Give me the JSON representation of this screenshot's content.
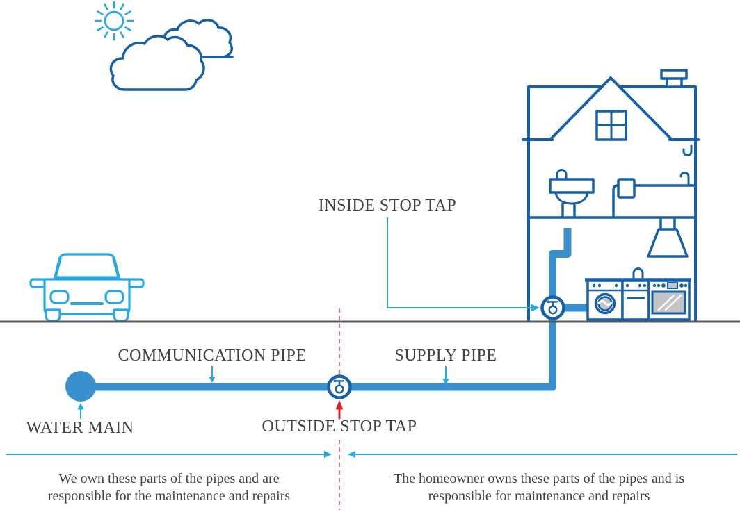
{
  "diagram": {
    "labels": {
      "inside_stop_tap": "INSIDE STOP TAP",
      "communication_pipe": "COMMUNICATION PIPE",
      "supply_pipe": "SUPPLY PIPE",
      "water_main": "WATER MAIN",
      "outside_stop_tap": "OUTSIDE STOP TAP"
    },
    "captions": {
      "company": {
        "line1": "We own these parts of the pipes and are",
        "line2": "responsible for the maintenance and repairs"
      },
      "homeowner": {
        "line1": "The homeowner owns these parts of the pipes and is",
        "line2": "responsible for maintenance and repairs"
      }
    },
    "colors": {
      "dark": "#1560a8",
      "light": "#29a9e1",
      "pipe": "#3a90cf",
      "ground": "#58595b",
      "red": "#c9252c",
      "dashred": "#e4737e",
      "text": "#414042",
      "gray": "#c3c4c6"
    }
  }
}
